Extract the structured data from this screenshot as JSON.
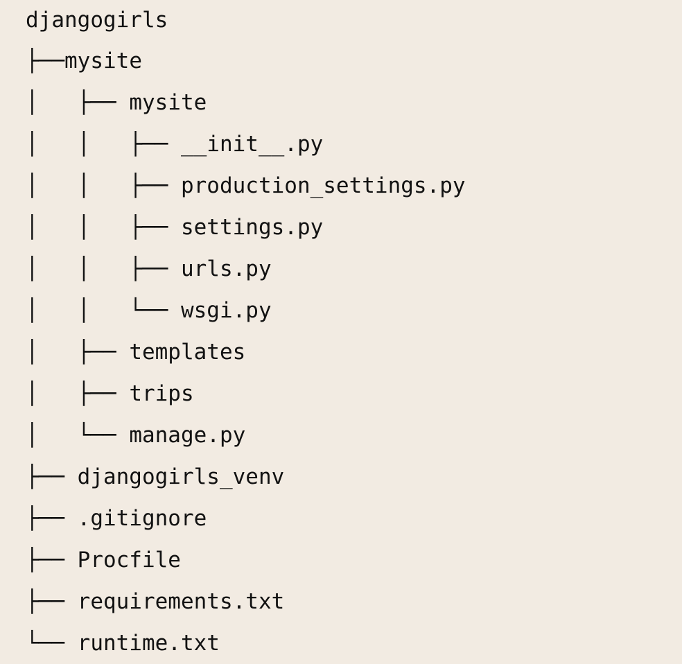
{
  "document": {
    "kind": "directory-tree-listing",
    "root_name": "djangogirls",
    "background_color": "#f2ebe2",
    "text_color": "#121212",
    "total_lines": 16
  },
  "glyphs": {
    "branch": "├── ",
    "last_branch": "└── ",
    "vertical": "│",
    "branch_tight": "├──"
  },
  "tree": {
    "lines": [
      {
        "prefix": "",
        "label": "djangogirls",
        "depth": 0,
        "type": "directory",
        "glyph": "none"
      },
      {
        "prefix": "├──",
        "label": "mysite",
        "depth": 1,
        "type": "directory",
        "glyph": "branch-tight"
      },
      {
        "prefix": "│   ├── ",
        "label": "mysite",
        "depth": 2,
        "type": "directory",
        "glyph": "branch"
      },
      {
        "prefix": "│   │   ├── ",
        "label": "__init__.py",
        "depth": 3,
        "type": "file",
        "glyph": "branch"
      },
      {
        "prefix": "│   │   ├── ",
        "label": "production_settings.py",
        "depth": 3,
        "type": "file",
        "glyph": "branch"
      },
      {
        "prefix": "│   │   ├── ",
        "label": "settings.py",
        "depth": 3,
        "type": "file",
        "glyph": "branch"
      },
      {
        "prefix": "│   │   ├── ",
        "label": "urls.py",
        "depth": 3,
        "type": "file",
        "glyph": "branch"
      },
      {
        "prefix": "│   │   └── ",
        "label": "wsgi.py",
        "depth": 3,
        "type": "file",
        "glyph": "last-branch"
      },
      {
        "prefix": "│   ├── ",
        "label": "templates",
        "depth": 2,
        "type": "directory",
        "glyph": "branch"
      },
      {
        "prefix": "│   ├── ",
        "label": "trips",
        "depth": 2,
        "type": "directory",
        "glyph": "branch"
      },
      {
        "prefix": "│   └── ",
        "label": "manage.py",
        "depth": 2,
        "type": "file",
        "glyph": "last-branch"
      },
      {
        "prefix": "├── ",
        "label": "djangogirls_venv",
        "depth": 1,
        "type": "directory",
        "glyph": "branch"
      },
      {
        "prefix": "├── ",
        "label": ".gitignore",
        "depth": 1,
        "type": "file",
        "glyph": "branch"
      },
      {
        "prefix": "├── ",
        "label": "Procfile",
        "depth": 1,
        "type": "file",
        "glyph": "branch"
      },
      {
        "prefix": "├── ",
        "label": "requirements.txt",
        "depth": 1,
        "type": "file",
        "glyph": "branch"
      },
      {
        "prefix": "└── ",
        "label": "runtime.txt",
        "depth": 1,
        "type": "file",
        "glyph": "last-branch"
      }
    ]
  }
}
